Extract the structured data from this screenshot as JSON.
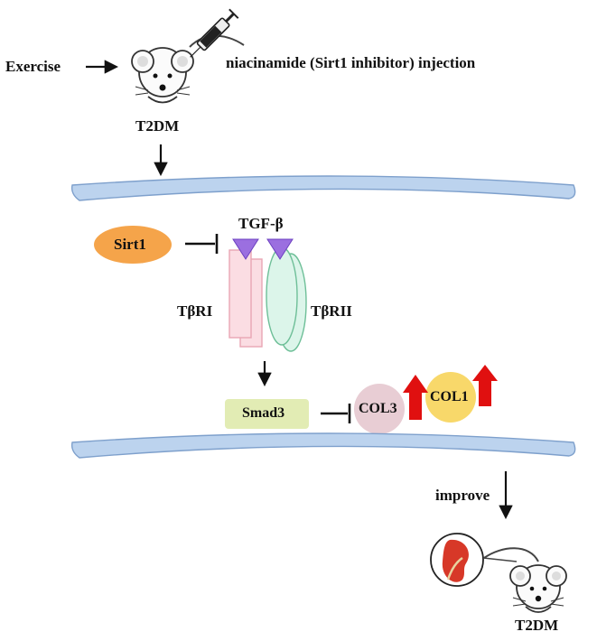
{
  "top": {
    "exercise_label": "Exercise",
    "injection_label": "niacinamide (Sirt1 inhibitor) injection",
    "model_label": "T2DM",
    "syringe_icon": "syringe-icon",
    "mouse_icon": "mouse-icon"
  },
  "pathway": {
    "sirt1_label": "Sirt1",
    "tgfb_label": "TGF-β",
    "receptor1_label": "TβRI",
    "receptor2_label": "TβRII",
    "smad3_label": "Smad3",
    "col3_label": "COL3",
    "col1_label": "COL1"
  },
  "bottom": {
    "improve_label": "improve",
    "model_label": "T2DM",
    "kidney_icon": "kidney-icon"
  },
  "colors": {
    "membrane": "#bcd3ee",
    "sirt1": "#f5a44a",
    "tgfb": "#9b6fe0",
    "receptor1": "#fbdde3",
    "receptor2": "#dcf5ea",
    "smad3": "#e2ecb4",
    "col3": "#e8cdd4",
    "col1": "#f8d86a",
    "up_arrow": "#e01010"
  }
}
